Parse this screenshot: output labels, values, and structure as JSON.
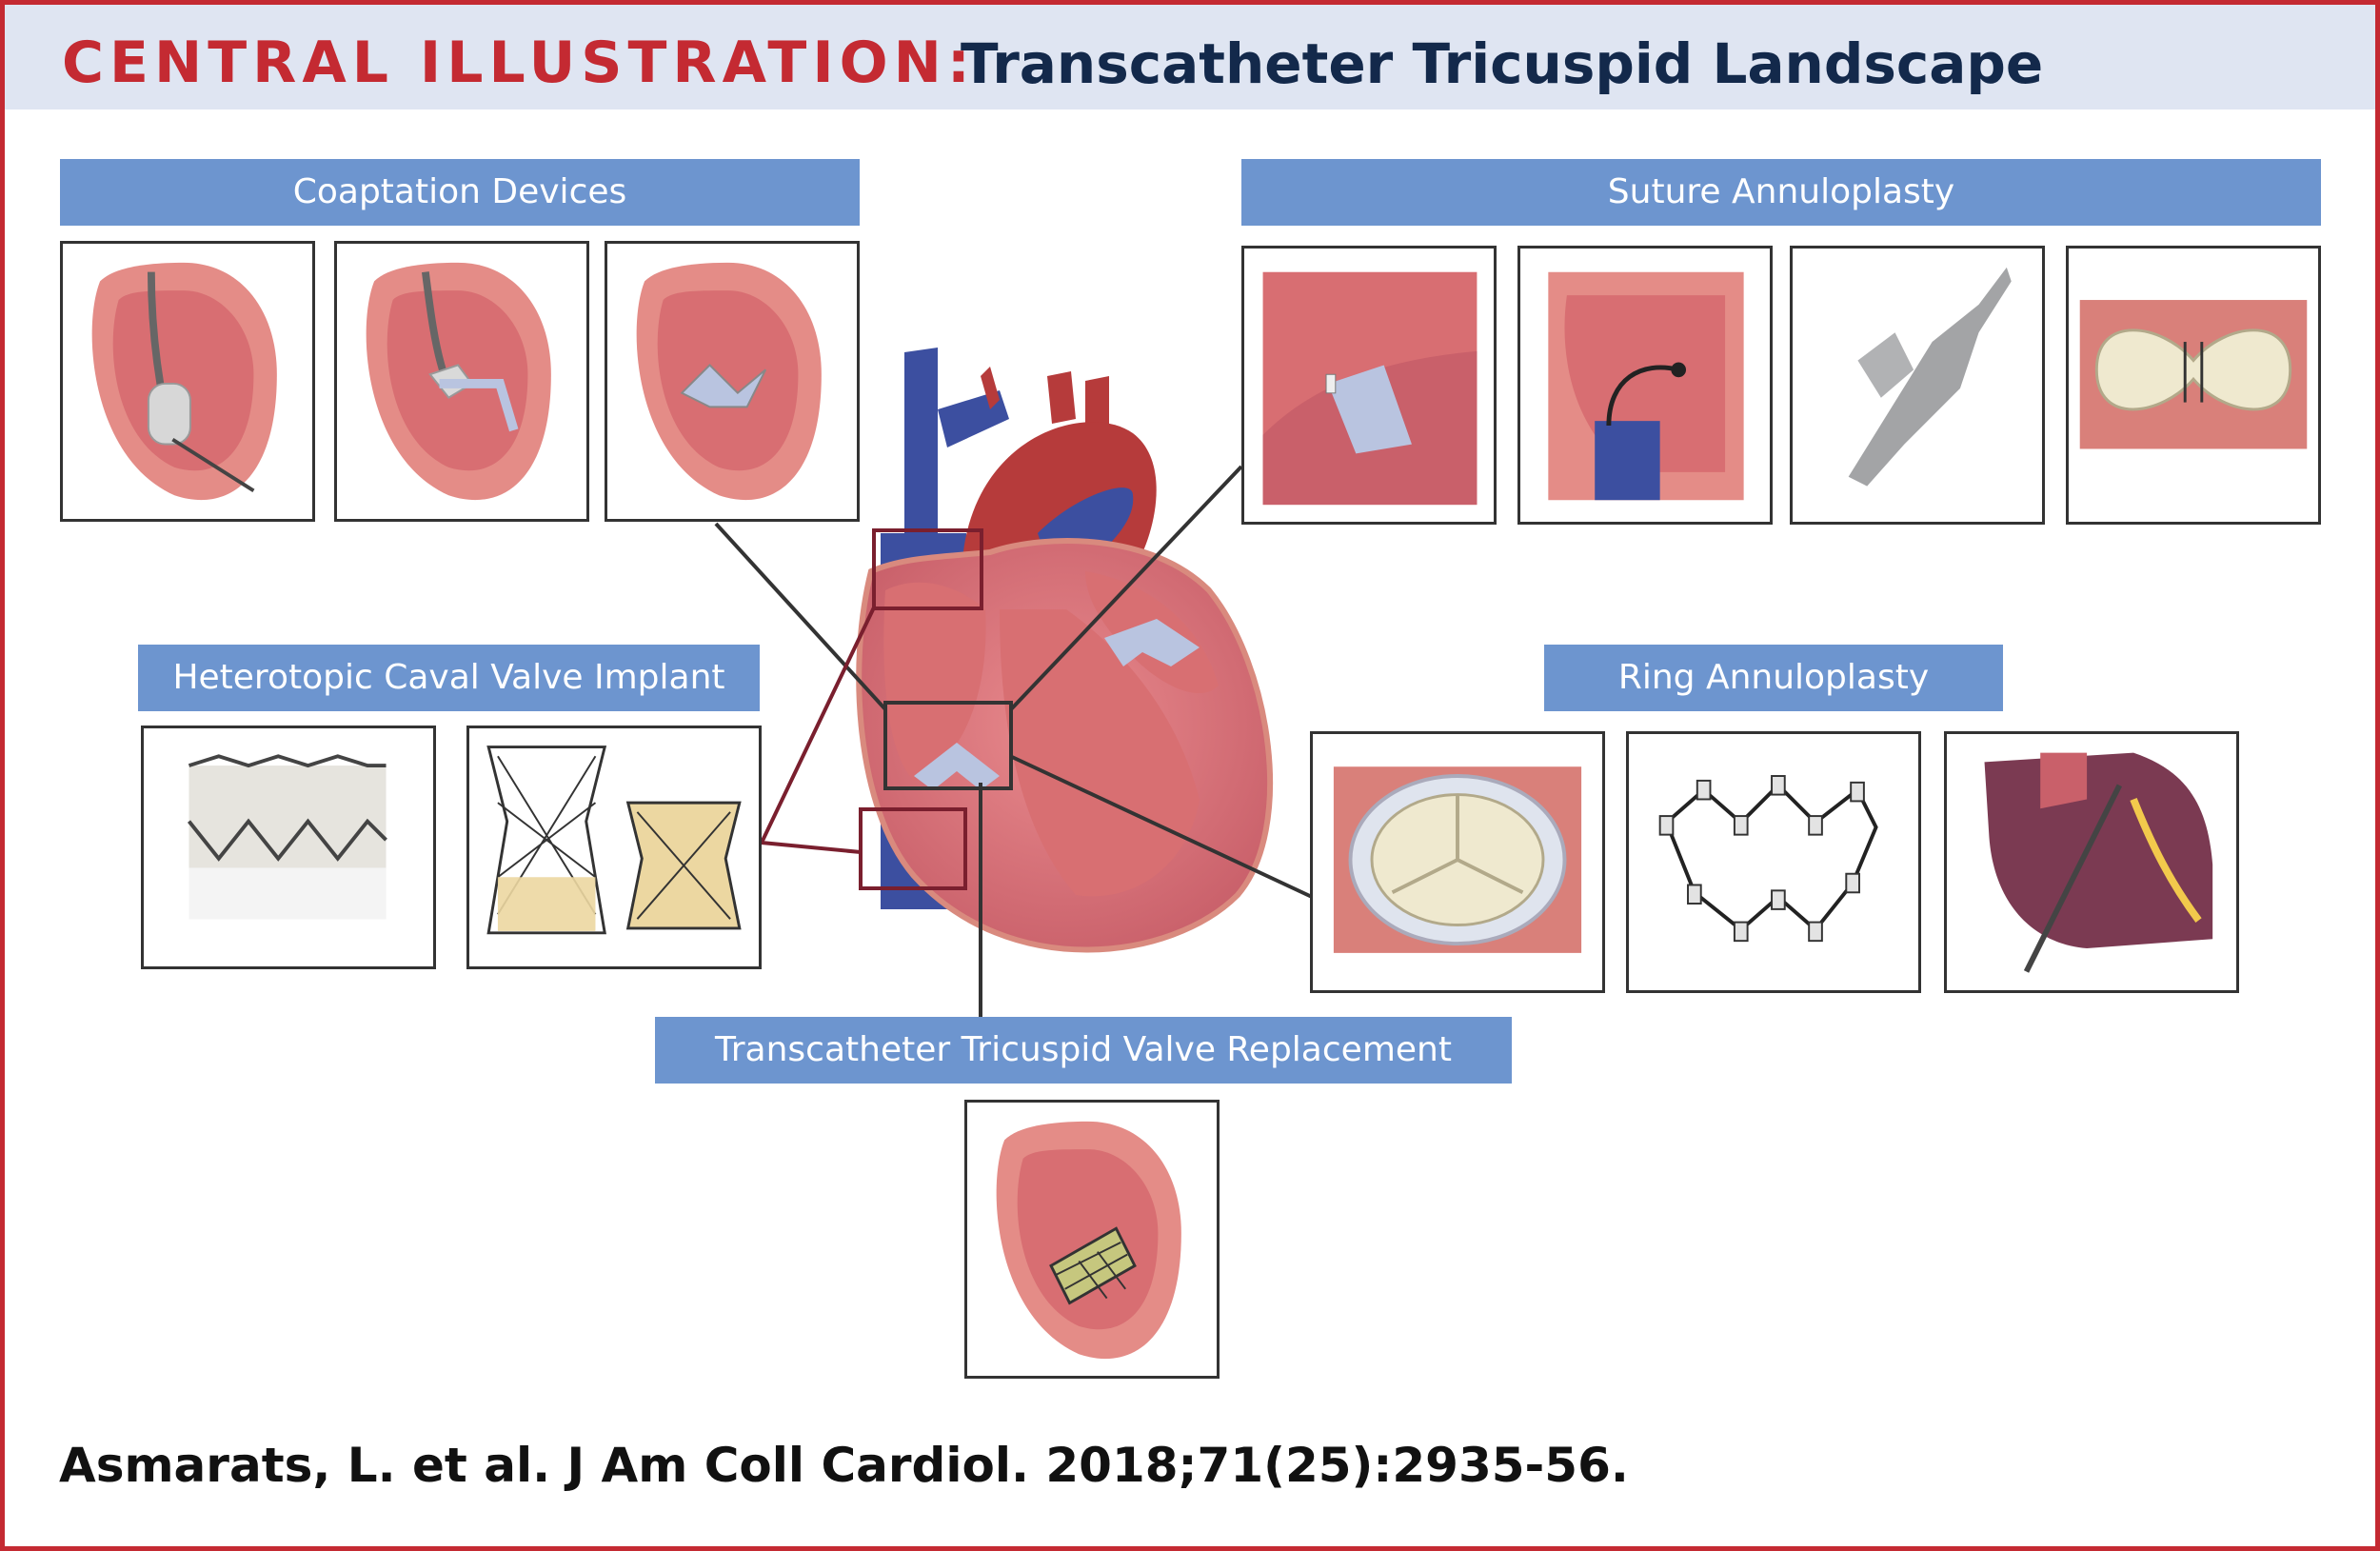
{
  "header": {
    "title_prefix": "CENTRAL ILLUSTRATION:",
    "title_main": "Transcatheter Tricuspid Landscape"
  },
  "sections": {
    "coaptation": "Coaptation Devices",
    "suture": "Suture Annuloplasty",
    "caval": "Heterotopic Caval Valve Implant",
    "ring": "Ring Annuloplasty",
    "ttvr": "Transcatheter Tricuspid Valve Replacement"
  },
  "citation": "Asmarats, L. et al. J Am Coll Cardiol. 2018;71(25):2935-56.",
  "colors": {
    "frame": "#c42a32",
    "title_prefix": "#c42a32",
    "title_main": "#13294b",
    "header_bg": "#dfe5f2",
    "section_bar": "#6d95cf",
    "heart_muscle": "#e68f86",
    "heart_inner": "#d86f72",
    "vessel_blue": "#3c4fa0",
    "aorta_red": "#b63b3b",
    "connector_dark": "#333333",
    "connector_maroon": "#7a1f2e"
  }
}
